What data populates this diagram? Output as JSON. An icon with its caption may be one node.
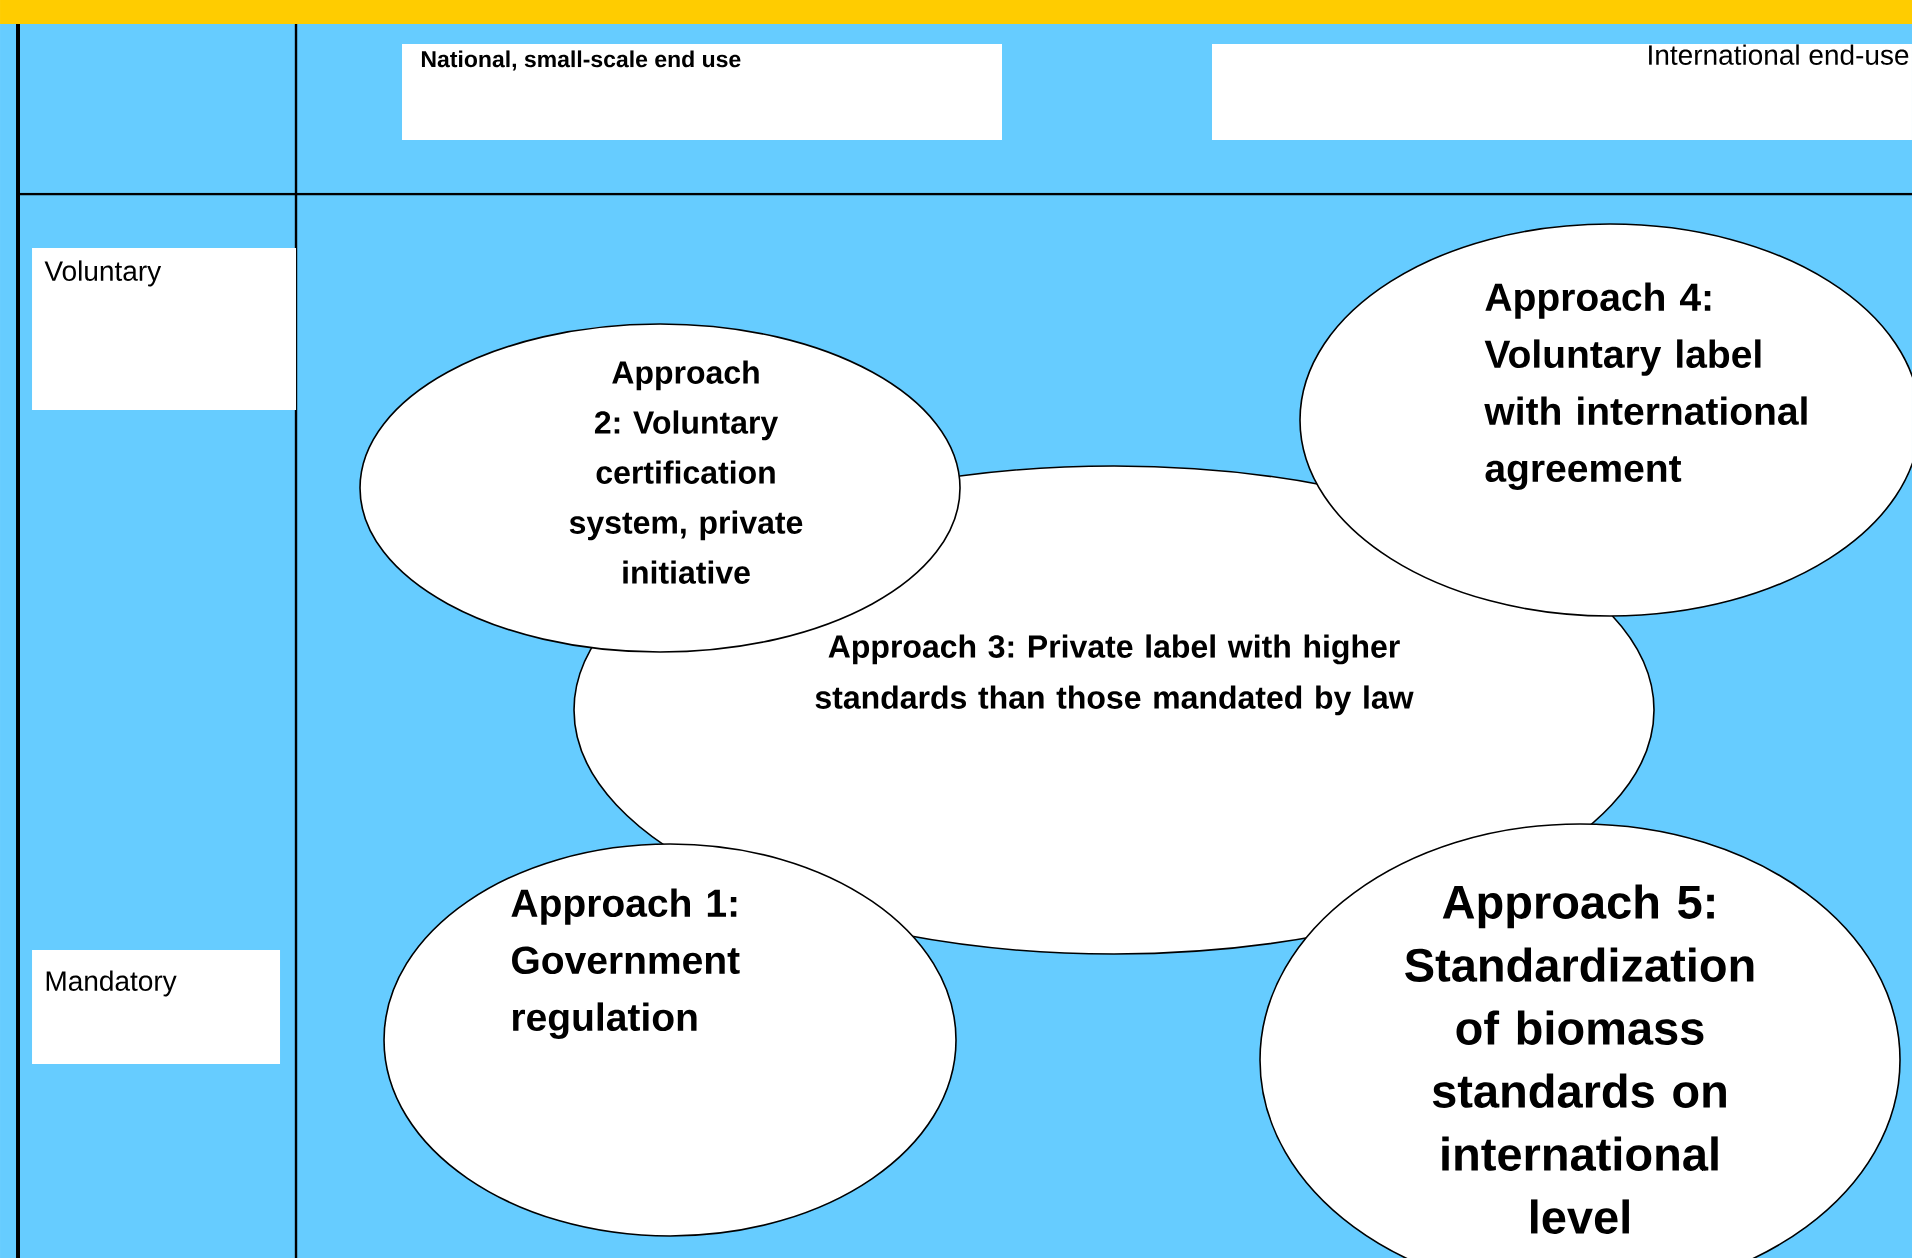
{
  "diagram": {
    "nodes": [
      {
        "text": [
          "National, small-scale end use"
        ]
      },
      {
        "text": [
          "International end-use"
        ]
      },
      {
        "text": [
          "Voluntary"
        ]
      },
      {
        "text": [
          "Approach 2: Voluntary certification system, private initiative"
        ]
      },
      {
        "text": [
          "Approach 4: Voluntary label with international agreement"
        ]
      },
      {
        "text": [
          "Approach 3: Private label with higher standards than those mandated by law"
        ]
      },
      {
        "text": [
          "Mandatory"
        ]
      },
      {
        "text": [
          "Approach 1: Government regulation"
        ]
      },
      {
        "text": [
          "Approach 5: Standardization of biomass standards on international level"
        ]
      }
    ]
  }
}
